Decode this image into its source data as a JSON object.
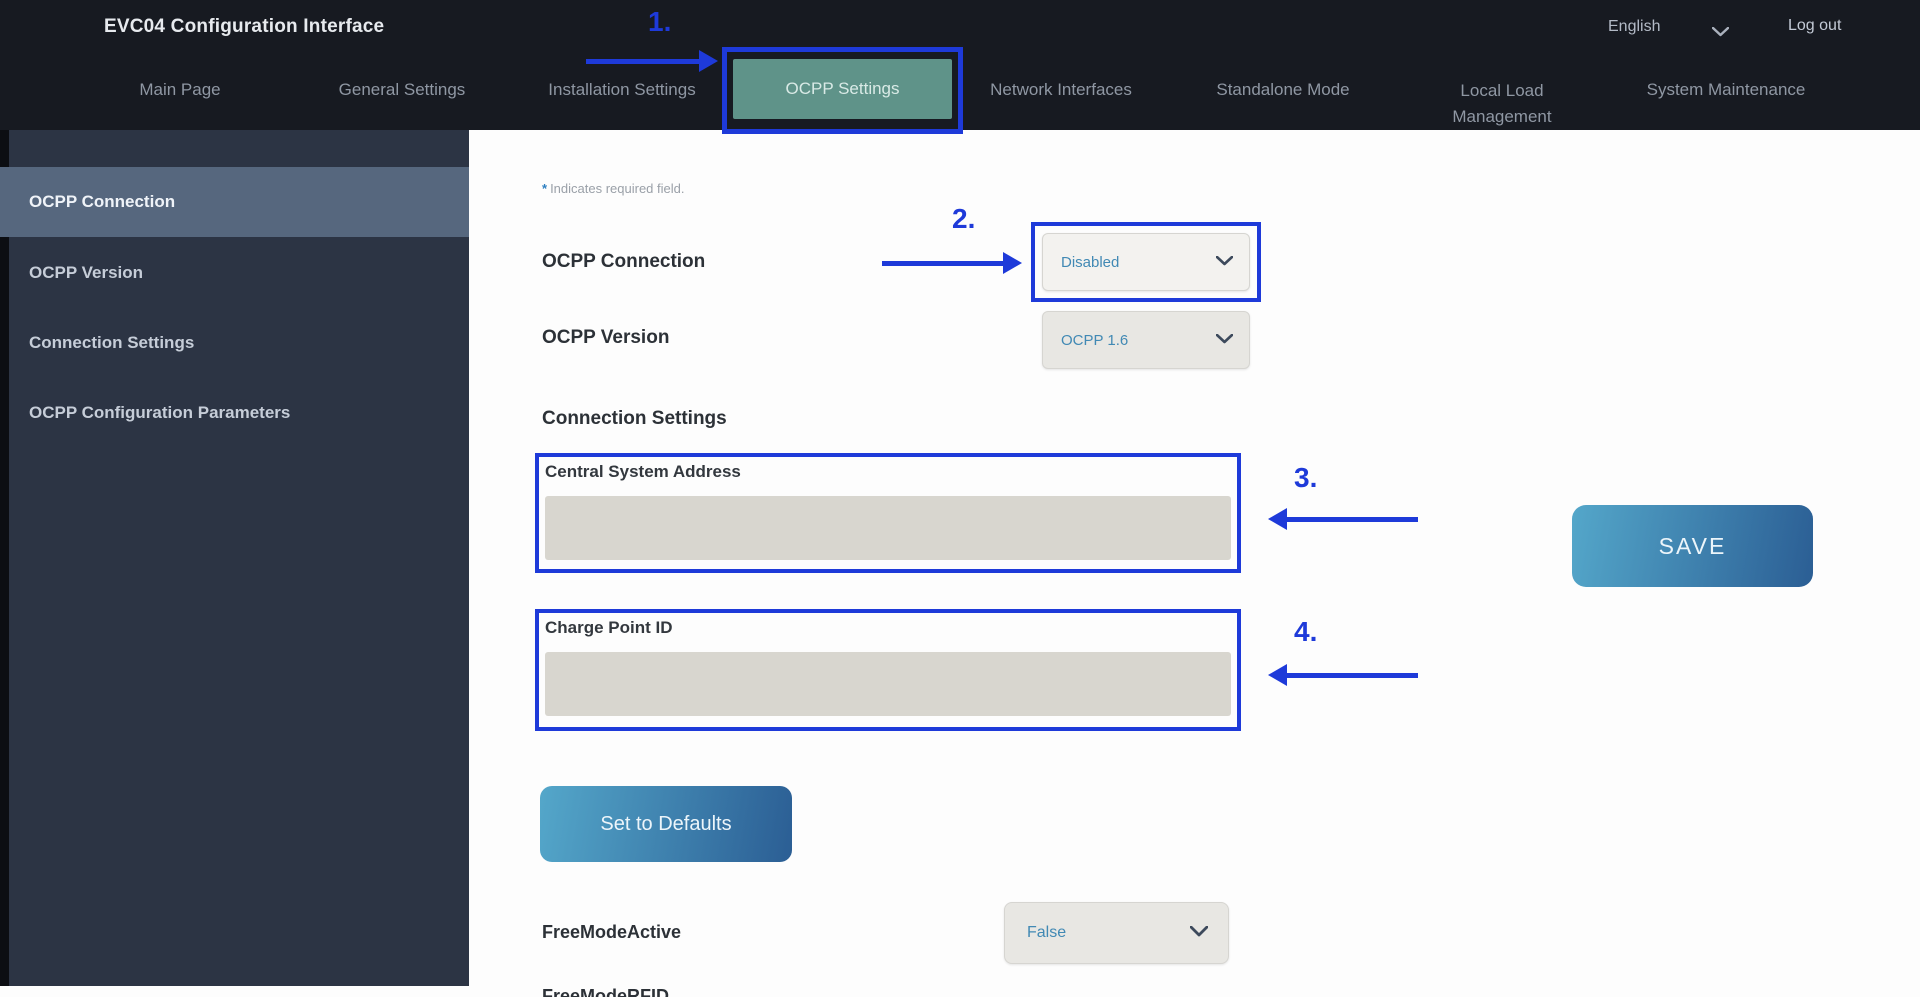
{
  "header": {
    "title": "EVC04 Configuration Interface",
    "language": "English",
    "logout_label": "Log out"
  },
  "nav": {
    "items": [
      {
        "label": "Main Page"
      },
      {
        "label": "General Settings"
      },
      {
        "label": "Installation Settings"
      },
      {
        "label": "OCPP Settings"
      },
      {
        "label": "Network Interfaces"
      },
      {
        "label": "Standalone Mode"
      },
      {
        "label": "Local Load Management"
      },
      {
        "label": "System Maintenance"
      }
    ],
    "active": "OCPP Settings"
  },
  "sidebar": {
    "items": [
      {
        "label": "OCPP Connection"
      },
      {
        "label": "OCPP Version"
      },
      {
        "label": "Connection Settings"
      },
      {
        "label": "OCPP Configuration Parameters"
      }
    ],
    "active": "OCPP Connection"
  },
  "content": {
    "required_note": {
      "star": "*",
      "text": "Indicates required field."
    },
    "fields": {
      "ocpp_connection": {
        "label": "OCPP Connection",
        "value": "Disabled"
      },
      "ocpp_version": {
        "label": "OCPP Version",
        "value": "OCPP 1.6"
      },
      "free_mode_active": {
        "label": "FreeModeActive",
        "value": "False"
      },
      "free_mode_rfid": {
        "label": "FreeModeRFID"
      }
    },
    "section_heading": "Connection Settings",
    "inputs": {
      "central_system_address": {
        "label": "Central System Address",
        "value": ""
      },
      "charge_point_id": {
        "label": "Charge Point ID",
        "value": ""
      }
    },
    "buttons": {
      "save": "SAVE",
      "set_defaults": "Set to Defaults"
    }
  },
  "annotations": {
    "step1": "1.",
    "step2": "2.",
    "step3": "3.",
    "step4": "4.",
    "accent_color": "#1e3ad9"
  },
  "colors": {
    "topbar_bg": "#171a21",
    "active_tab_bg": "#5f9389",
    "sidebar_bg": "#2c3444",
    "sidebar_selected_bg": "#56677e",
    "dropdown_text": "#4189b4",
    "button_gradient_start": "#54a7ca",
    "button_gradient_end": "#2b5e94",
    "input_bg": "#d8d6cf"
  }
}
